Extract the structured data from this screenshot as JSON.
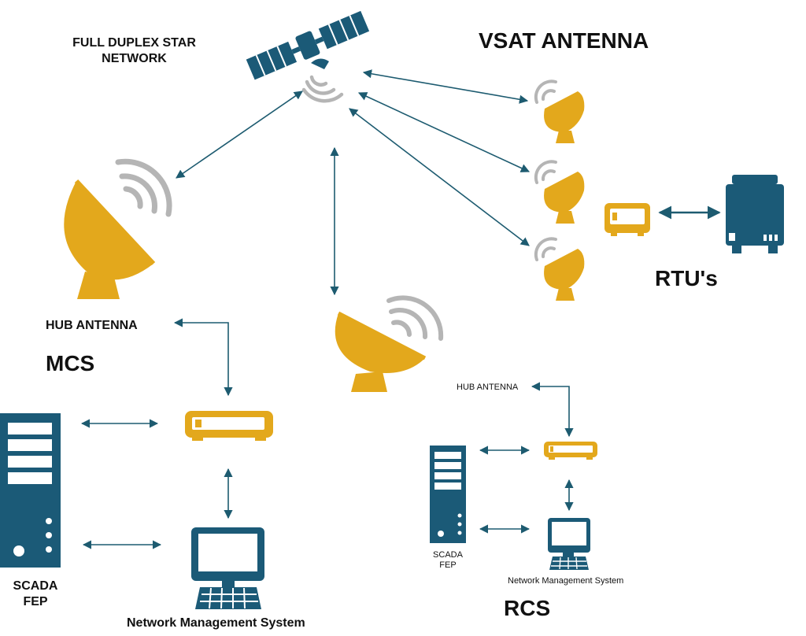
{
  "labels": {
    "network_title_line1": "FULL DUPLEX STAR",
    "network_title_line2": "NETWORK",
    "vsat_antenna": "VSAT ANTENNA",
    "rtus": "RTU's",
    "hub_antenna_main": "HUB ANTENNA",
    "mcs": "MCS",
    "scada_fep_main_line1": "SCADA",
    "scada_fep_main_line2": "FEP",
    "nms_main": "Network Management System",
    "hub_antenna_rcs": "HUB ANTENNA",
    "scada_fep_rcs_line1": "SCADA",
    "scada_fep_rcs_line2": "FEP",
    "nms_rcs": "Network Management System",
    "rcs": "RCS"
  },
  "colors": {
    "dish_yellow": "#E3A81C",
    "equipment_blue": "#1B5A77",
    "arrow": "#1D5B70",
    "signal_gray": "#B5B5B5",
    "text": "#111111"
  },
  "icons": [
    "satellite-icon",
    "dish-antenna-icon",
    "modem-icon",
    "server-rack-icon",
    "computer-monitor-icon",
    "keyboard-icon",
    "rtu-cabinet-icon",
    "signal-waves-icon"
  ]
}
